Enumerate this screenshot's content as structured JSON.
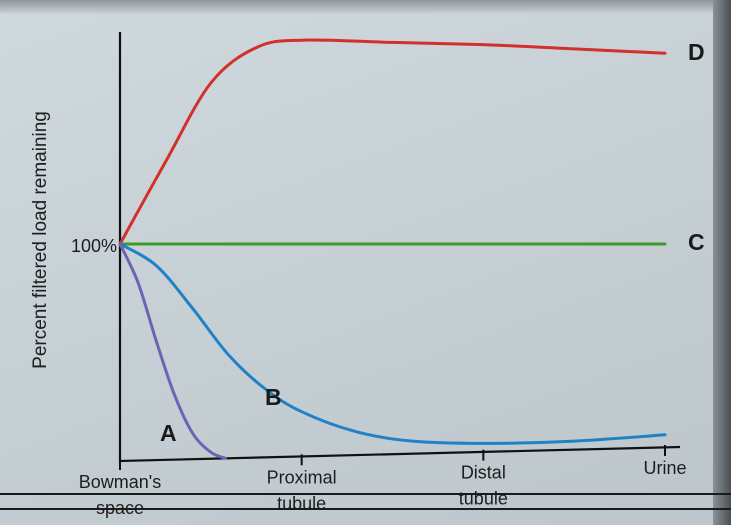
{
  "chart_data": {
    "type": "line",
    "ylabel": "Percent filtered load remaining",
    "y_tick_label": "100%",
    "x_ticks": [
      {
        "label": [
          "Bowman's",
          "space"
        ],
        "x": 0
      },
      {
        "label": [
          "Proximal",
          "tubule"
        ],
        "x": 1
      },
      {
        "label": [
          "Distal",
          "tubule"
        ],
        "x": 2
      },
      {
        "label": [
          "Urine"
        ],
        "x": 3
      }
    ],
    "xlim": [
      0,
      3
    ],
    "ylim": [
      0,
      200
    ],
    "grid": false,
    "series": [
      {
        "name": "D",
        "color": "#d1302b",
        "x": [
          0,
          0.25,
          0.5,
          0.75,
          1.0,
          1.5,
          2.0,
          2.5,
          3.0
        ],
        "y": [
          100,
          138,
          175,
          192,
          196,
          196,
          196,
          195,
          194
        ]
      },
      {
        "name": "C",
        "color": "#3f9a2a",
        "x": [
          0,
          1,
          2,
          3
        ],
        "y": [
          100,
          100,
          100,
          100
        ]
      },
      {
        "name": "B",
        "color": "#1f82c6",
        "x": [
          0,
          0.2,
          0.4,
          0.6,
          0.8,
          1.0,
          1.3,
          1.6,
          2.0,
          2.5,
          3.0
        ],
        "y": [
          100,
          90,
          70,
          48,
          32,
          21,
          11,
          6,
          4,
          4,
          6
        ]
      },
      {
        "name": "A",
        "color": "#6e63b5",
        "x": [
          0,
          0.1,
          0.2,
          0.3,
          0.4,
          0.5,
          0.58
        ],
        "y": [
          100,
          82,
          55,
          30,
          12,
          3,
          0
        ]
      }
    ]
  }
}
